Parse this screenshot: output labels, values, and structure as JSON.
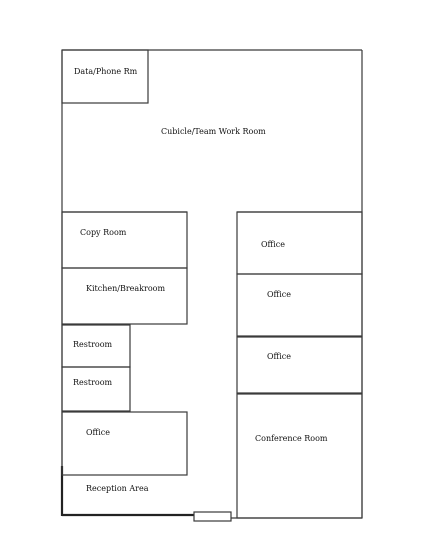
{
  "floor_plan": {
    "rooms": {
      "data_phone": "Data/Phone Rm",
      "cubicle": "Cubicle/Team Work Room",
      "copy": "Copy Room",
      "kitchen": "Kitchen/Breakroom",
      "restroom_1": "Restroom",
      "restroom_2": "Restroom",
      "office_left": "Office",
      "reception": "Reception Area",
      "office_right_1": "Office",
      "office_right_2": "Office",
      "office_right_3": "Office",
      "conference": "Conference Room"
    }
  }
}
